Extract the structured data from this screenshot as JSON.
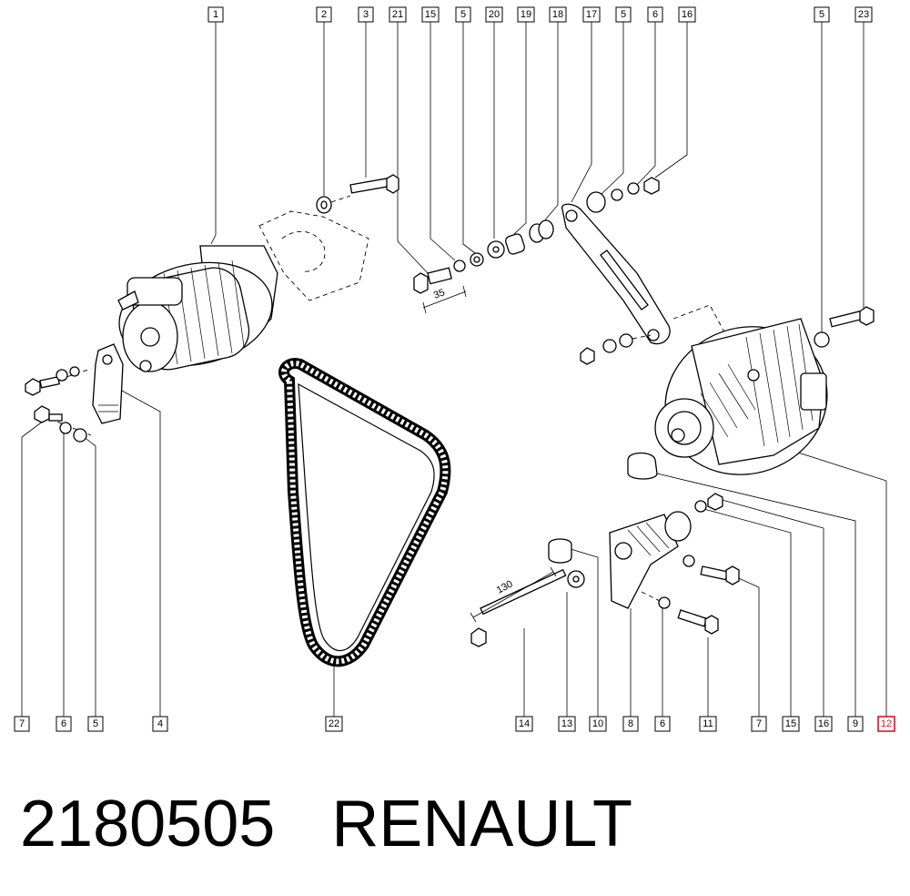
{
  "callouts_top": [
    {
      "label": "1"
    },
    {
      "label": "2"
    },
    {
      "label": "3"
    },
    {
      "label": "21"
    },
    {
      "label": "15"
    },
    {
      "label": "5"
    },
    {
      "label": "20"
    },
    {
      "label": "19"
    },
    {
      "label": "18"
    },
    {
      "label": "17"
    },
    {
      "label": "5"
    },
    {
      "label": "6"
    },
    {
      "label": "16"
    },
    {
      "label": "5"
    },
    {
      "label": "23"
    }
  ],
  "callouts_bottom": [
    {
      "label": "7"
    },
    {
      "label": "6"
    },
    {
      "label": "5"
    },
    {
      "label": "4"
    },
    {
      "label": "22"
    },
    {
      "label": "14"
    },
    {
      "label": "13"
    },
    {
      "label": "10"
    },
    {
      "label": "8"
    },
    {
      "label": "6"
    },
    {
      "label": "11"
    },
    {
      "label": "7"
    },
    {
      "label": "15"
    },
    {
      "label": "16"
    },
    {
      "label": "9"
    },
    {
      "label": "12",
      "highlighted": true
    }
  ],
  "dimensions": {
    "bolt_length_short": "35",
    "bolt_length_long": "130"
  },
  "colors": {
    "highlight": "#e0132a",
    "line": "#000000"
  },
  "footer": {
    "part_number": "2180505",
    "brand": "RENAULT"
  }
}
